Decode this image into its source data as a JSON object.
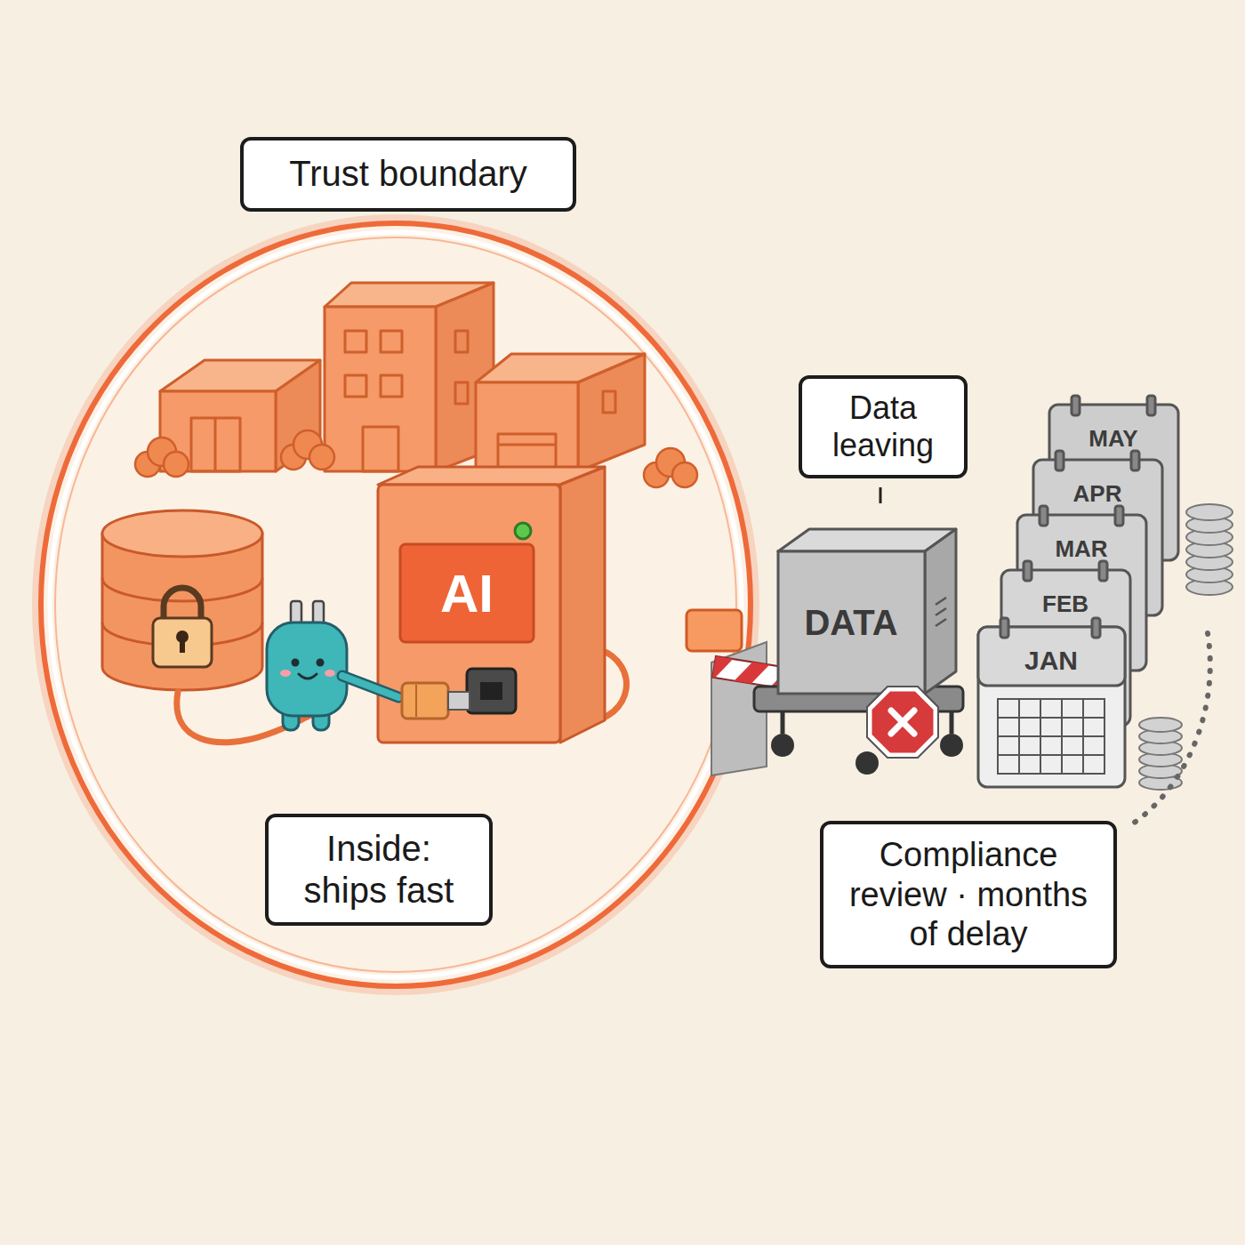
{
  "diagram": {
    "nodes": [
      {
        "text": [
          "Trust boundary"
        ]
      },
      {
        "text": [
          "Inside: ships fast"
        ],
        "in": 0
      },
      {
        "text": [
          "Data leaving"
        ]
      },
      {
        "text": [
          "Compliance review · months of delay"
        ]
      }
    ],
    "labels": [
      "AI",
      "DATA",
      "MAY",
      "APR",
      "MAR",
      "FEB",
      "JAN"
    ]
  }
}
